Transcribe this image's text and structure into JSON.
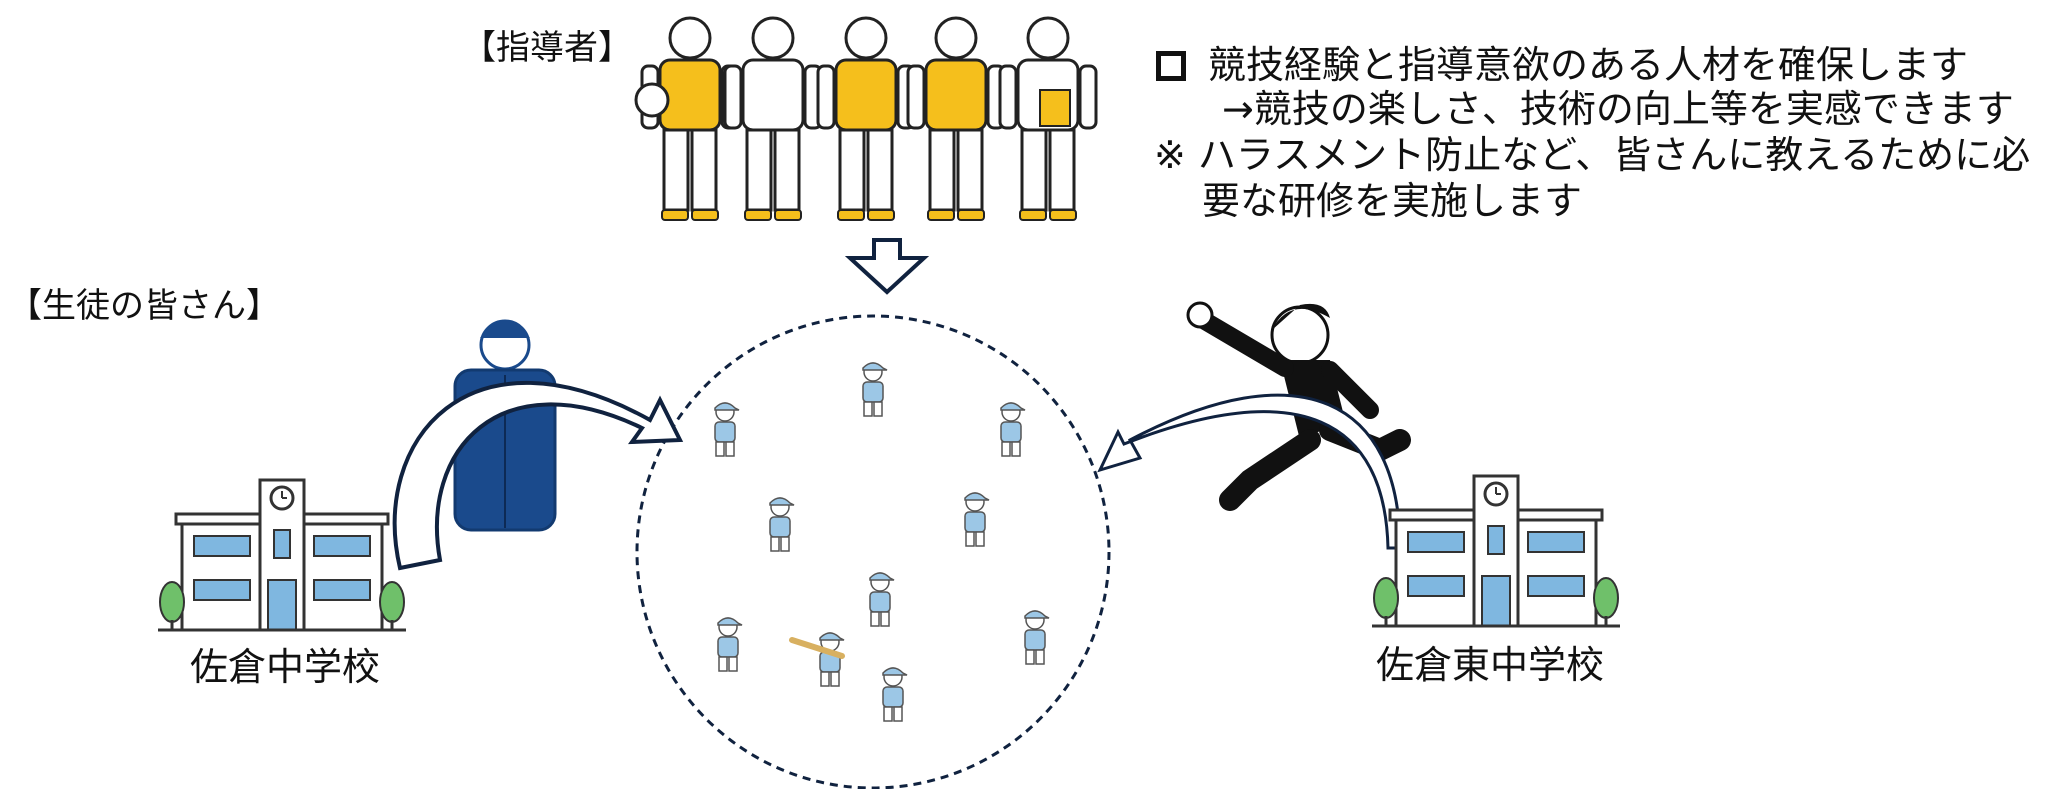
{
  "labels": {
    "instructors": "【指導者】",
    "students": "【生徒の皆さん】"
  },
  "text": {
    "bullet1": "競技経験と指導意欲のある人材を確保します",
    "bullet1_sub": "→競技の楽しさ、技術の向上等を実感できます",
    "note": "※ ハラスメント防止など、皆さんに教えるために必",
    "note_sub": "要な研修を実施します"
  },
  "schools": {
    "left": "佐倉中学校",
    "right": "佐倉東中学校"
  },
  "colors": {
    "instructor_yellow": "#f5bf1c",
    "student_left_blue": "#1a4a8c",
    "arrow_navy": "#10223f",
    "player_blue": "#9cc7e6",
    "school_window": "#7fb7e0",
    "tree_green": "#6fc06a"
  }
}
